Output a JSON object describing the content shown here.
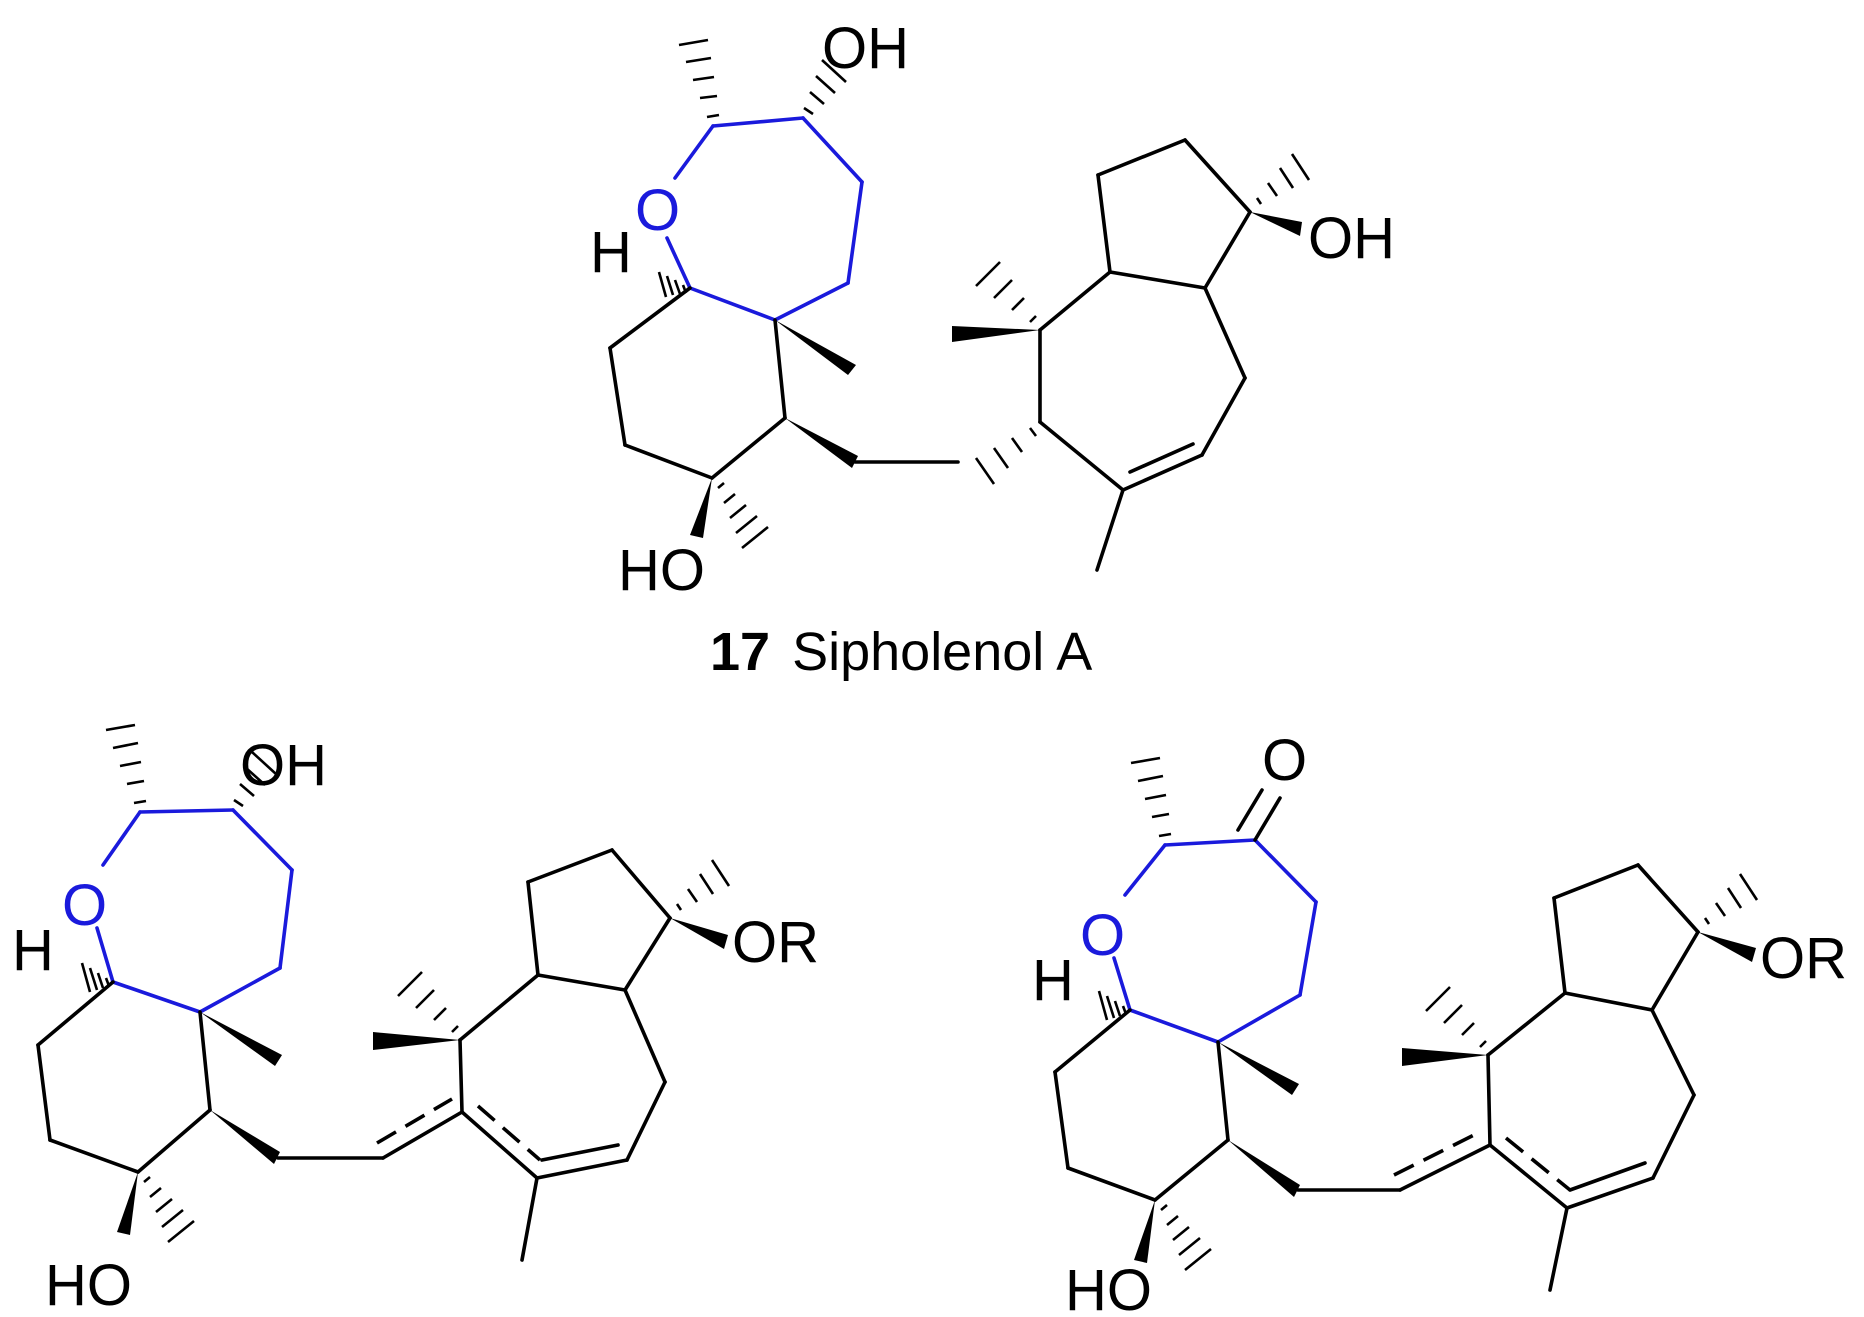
{
  "compound": {
    "number": "17",
    "name": "Sipholenol A"
  },
  "structure_top": {
    "oh_top": "OH",
    "ring_o": "O",
    "h_ring": "H",
    "oh_right": "OH",
    "ho_bottom": "HO"
  },
  "structure_left": {
    "oh_top": "OH",
    "ring_o": "O",
    "h_ring": "H",
    "or_right": "OR",
    "ho_bottom": "HO"
  },
  "structure_right": {
    "ketone_o": "O",
    "ring_o": "O",
    "h_ring": "H",
    "or_right": "OR",
    "ho_bottom": "HO"
  },
  "colors": {
    "bonds": "#000000",
    "oxepane_ring": "#1a1adc"
  }
}
